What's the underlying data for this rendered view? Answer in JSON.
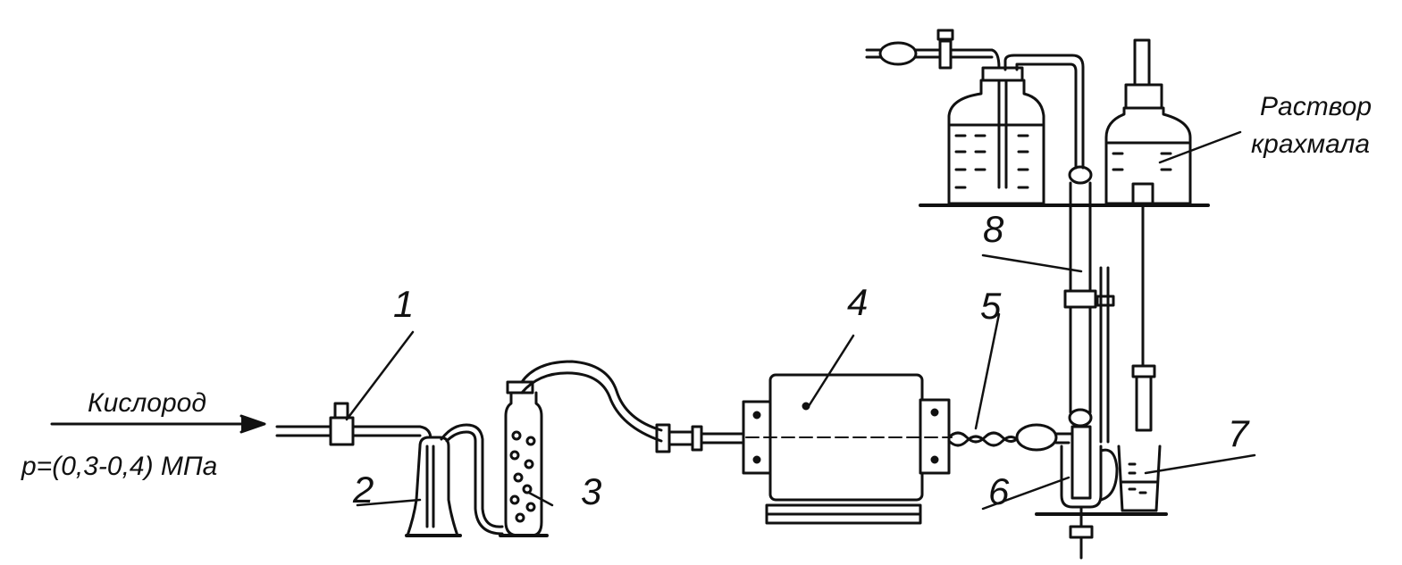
{
  "labels": {
    "oxygen": "Кислород",
    "pressure": "p=(0,3-0,4) МПа",
    "starch_line1": "Раствор",
    "starch_line2": "крахмала"
  },
  "numbers": {
    "n1": "1",
    "n2": "2",
    "n3": "3",
    "n4": "4",
    "n5": "5",
    "n6": "6",
    "n7": "7",
    "n8": "8"
  },
  "colors": {
    "ink": "#111111",
    "paper": "#ffffff"
  }
}
